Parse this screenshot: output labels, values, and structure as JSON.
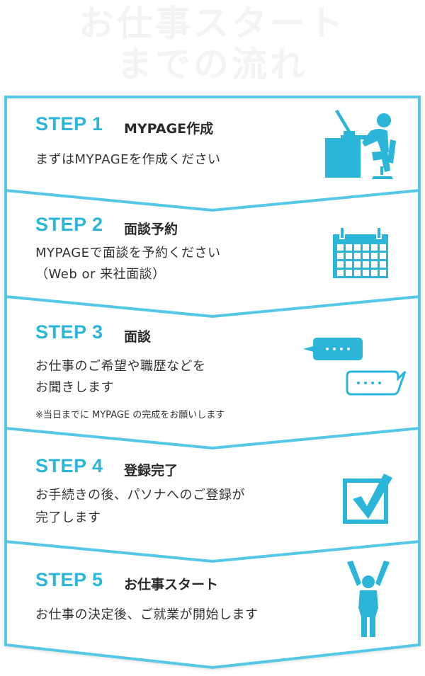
{
  "header": {
    "line1": "お仕事スタート",
    "line2": "までの流れ"
  },
  "colors": {
    "accent": "#2bb5d8",
    "frame": "#55c8e6",
    "text": "#333333"
  },
  "steps": [
    {
      "label": "STEP 1",
      "title": "MYPAGE作成",
      "desc1": "まずはMYPAGEを作成ください",
      "icon": "desk-worker-icon"
    },
    {
      "label": "STEP 2",
      "title": "面談予約",
      "desc1": "MYPAGEで面談を予約ください",
      "desc2": "（Web or 来社面談）",
      "icon": "calendar-icon"
    },
    {
      "label": "STEP 3",
      "title": "面談",
      "desc1": "お仕事のご希望や職歴などを",
      "desc2": "お聞きします",
      "note": "※当日までに MYPAGE の完成をお願いします",
      "icon": "chat-bubbles-icon"
    },
    {
      "label": "STEP 4",
      "title": "登録完了",
      "desc1": "お手続きの後、パソナへのご登録が",
      "desc2": "完了します",
      "icon": "checkbox-icon"
    },
    {
      "label": "STEP 5",
      "title": "お仕事スタート",
      "desc1": "お仕事の決定後、ご就業が開始します",
      "icon": "person-cheering-icon"
    }
  ]
}
